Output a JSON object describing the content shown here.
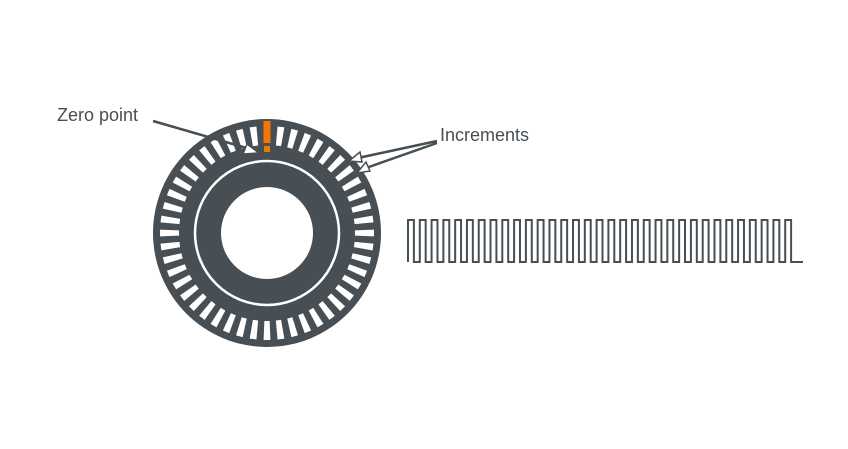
{
  "labels": {
    "zero_point": "Zero point",
    "increments": "Increments"
  },
  "encoder": {
    "slot_count": 48,
    "pulse_count": 33
  },
  "colors": {
    "disk": "#474f54",
    "marker": "#f07800",
    "text": "#474f54"
  }
}
